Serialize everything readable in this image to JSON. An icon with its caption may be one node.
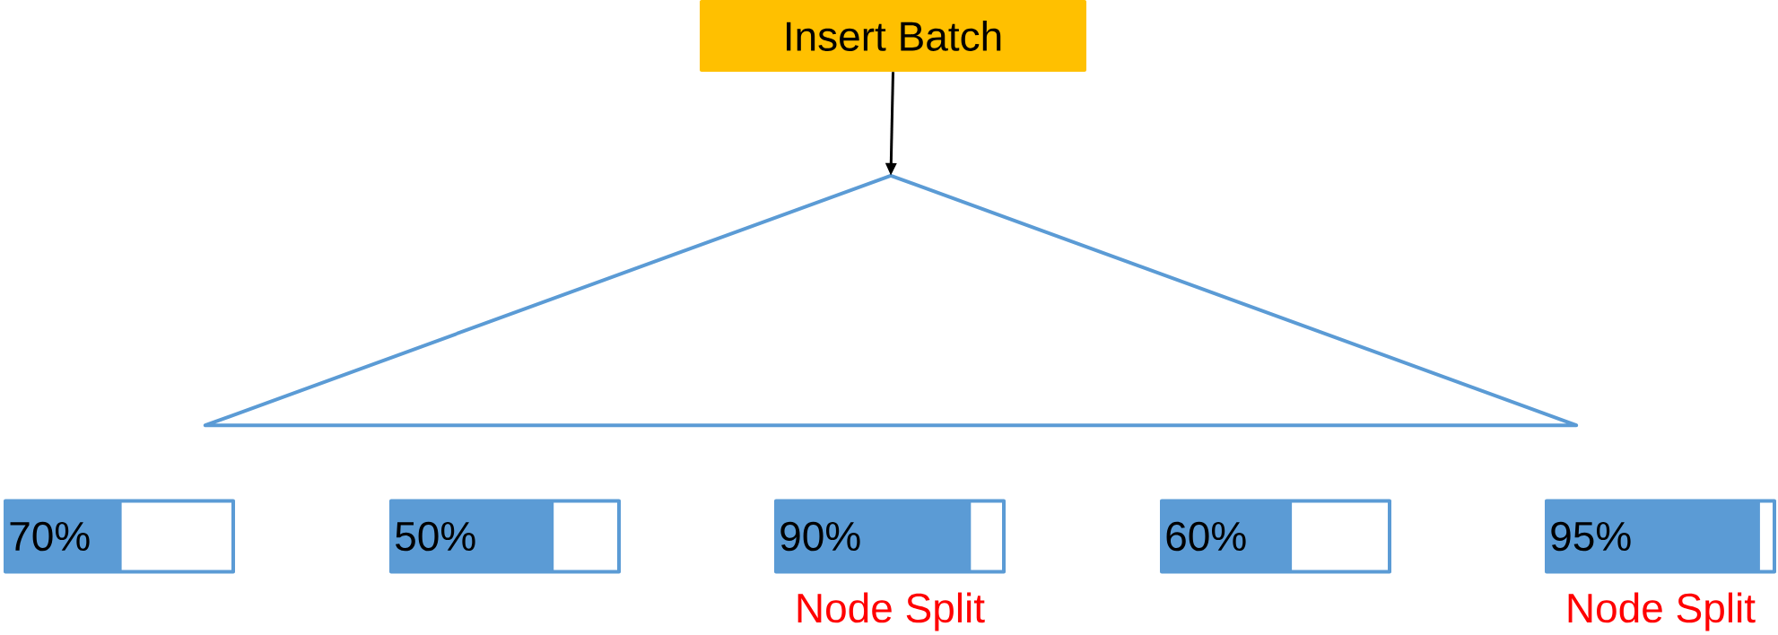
{
  "diagram": {
    "nodes": [
      {
        "text": [
          "Insert Batch"
        ]
      },
      {
        "text": [],
        "shape": "triangle"
      },
      {
        "text": [
          "70%"
        ]
      },
      {
        "text": [
          "50%"
        ]
      },
      {
        "text": [
          "90%"
        ],
        "beside": [
          "Node Split"
        ]
      },
      {
        "text": [
          "60%"
        ]
      },
      {
        "text": [
          "95%"
        ],
        "beside": [
          "Node Split"
        ]
      }
    ],
    "edges": [
      {
        "from": 0,
        "to": 1,
        "arrow": "to"
      }
    ]
  }
}
